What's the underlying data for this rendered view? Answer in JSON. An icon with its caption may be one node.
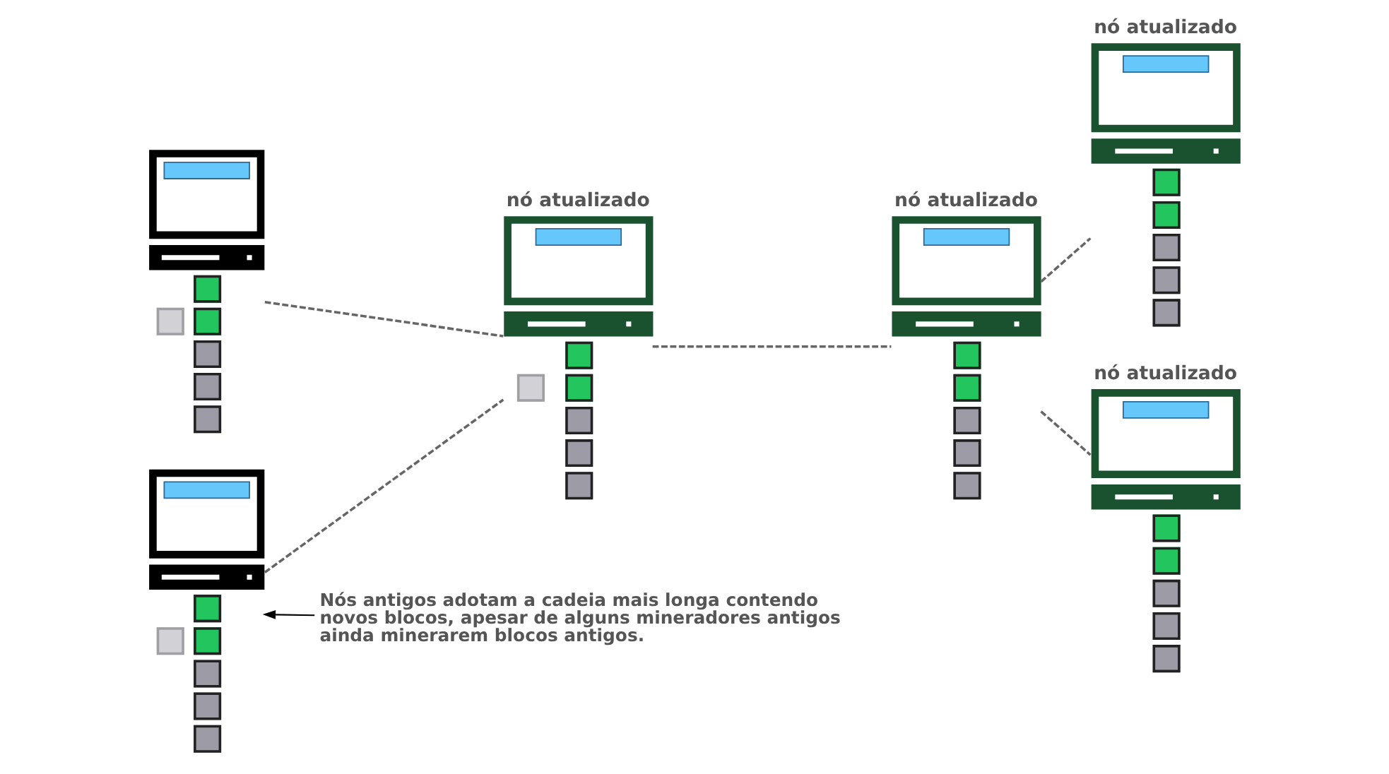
{
  "diagram": {
    "nodes": [
      {
        "text": [],
        "shape": "picture"
      },
      {
        "text": [
          "nó atualizado"
        ]
      },
      {
        "text": [
          "nó atualizado"
        ]
      },
      {
        "text": [
          "nó atualizado"
        ]
      },
      {
        "text": [
          "nó atualizado"
        ]
      },
      {
        "text": [],
        "shape": "picture"
      },
      {
        "text": [
          "Nós antigos adotam a cadeia mais longa contendo novos blocos, apesar de alguns mineradores antigos ainda minerarem blocos antigos."
        ]
      }
    ],
    "edges": [
      {
        "from": 0,
        "to": 1,
        "arrow": "none",
        "style": "dashed"
      },
      {
        "from": 5,
        "to": 1,
        "arrow": "none",
        "style": "dashed"
      },
      {
        "from": 1,
        "to": 2,
        "arrow": "none",
        "style": "dashed"
      },
      {
        "from": 2,
        "to": 3,
        "arrow": "none",
        "style": "dashed"
      },
      {
        "from": 2,
        "to": 4,
        "arrow": "none",
        "style": "dashed"
      },
      {
        "from": 6,
        "to": 5,
        "arrow": "to",
        "color": "#000000"
      }
    ]
  }
}
